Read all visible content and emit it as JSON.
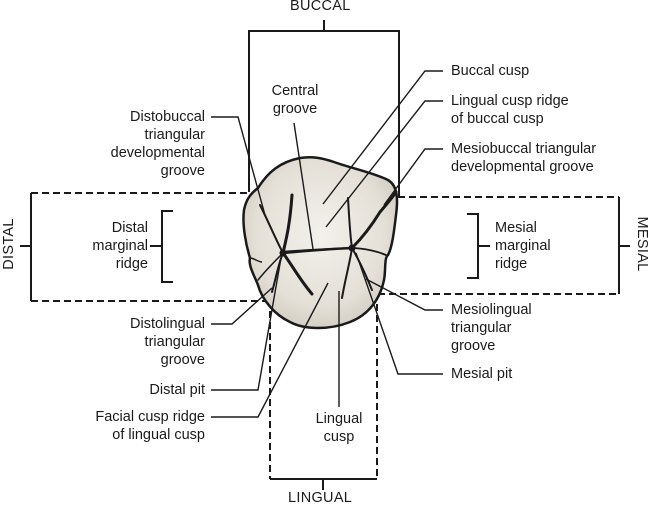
{
  "diagram": {
    "title": "Occlusal view of maxillary premolar with orientation labels",
    "directions": {
      "top": "BUCCAL",
      "bottom": "LINGUAL",
      "left": "DISTAL",
      "right": "MESIAL"
    },
    "labels": {
      "central_groove": "Central\ngroove",
      "distobuccal_groove": "Distobuccal\ntriangular\ndevelopmental\ngroove",
      "buccal_cusp": "Buccal cusp",
      "lingual_cusp_ridge": "Lingual cusp ridge\nof buccal cusp",
      "mesiobuccal_groove": "Mesiobuccal triangular\ndevelopmental groove",
      "distal_marginal_ridge": "Distal\nmarginal\nridge",
      "mesial_marginal_ridge": "Mesial\nmarginal\nridge",
      "distolingual_groove": "Distolingual\ntriangular\ngroove",
      "distal_pit": "Distal pit",
      "facial_cusp_ridge": "Facial cusp ridge\nof lingual cusp",
      "lingual_cusp": "Lingual\ncusp",
      "mesiolingual_groove": "Mesiolingual\ntriangular\ngroove",
      "mesial_pit": "Mesial pit"
    },
    "colors": {
      "line": "#1a1a1a",
      "tooth_fill": "#e3dfd6",
      "tooth_highlight": "#f3f1ec"
    }
  }
}
